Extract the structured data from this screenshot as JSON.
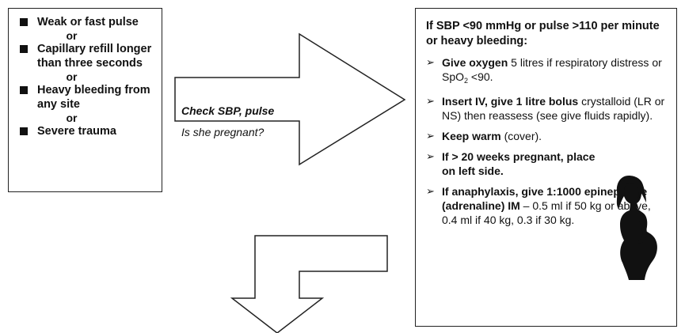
{
  "signs": {
    "items": [
      {
        "kind": "item",
        "text": "Weak or fast pulse"
      },
      {
        "kind": "or",
        "text": "or"
      },
      {
        "kind": "item",
        "text": "Capillary refill longer than three seconds"
      },
      {
        "kind": "or",
        "text": "or"
      },
      {
        "kind": "item",
        "text": "Heavy bleeding from any site"
      },
      {
        "kind": "or",
        "text": "or"
      },
      {
        "kind": "item",
        "text": "Severe trauma"
      }
    ]
  },
  "check": {
    "line1": "Check SBP, pulse",
    "line2": "Is she pregnant?"
  },
  "actions": {
    "title": "If SBP <90 mmHg or pulse >110 per minute or heavy bleeding:",
    "bullet": "➢",
    "oxygen": {
      "bold": "Give oxygen",
      "text_a": " 5 litres if respiratory distress or SpO",
      "sub": "2",
      "text_b": " <90."
    },
    "iv": {
      "bold": "Insert IV, give 1 litre bolus",
      "text": " crystalloid (LR or NS) then reassess (see give fluids rapidly)."
    },
    "warm": {
      "bold": "Keep warm",
      "text": " (cover)."
    },
    "pregnant": {
      "bold": "If > 20 weeks pregnant, place on left side."
    },
    "anaphylaxis": {
      "bold": "If anaphylaxis, give 1:1000 epinephrine (adrenaline) IM",
      "text": " – 0.5 ml if 50 kg or above, 0.4 ml if 40 kg, 0.3 if 30 kg."
    }
  },
  "colors": {
    "ink": "#111111",
    "border": "#222222",
    "background": "#ffffff"
  },
  "icons": [
    "pregnant-woman-icon",
    "right-arrow",
    "down-arrow"
  ]
}
